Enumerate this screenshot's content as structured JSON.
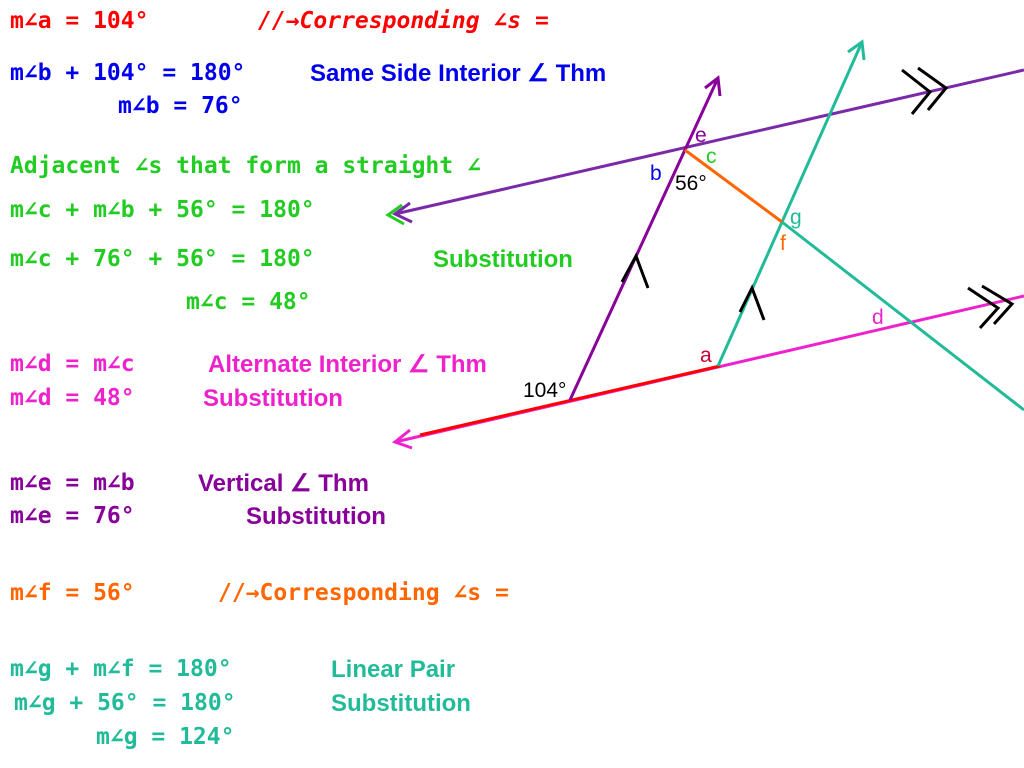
{
  "colors": {
    "red": "#ff0000",
    "blue": "#0000ee",
    "green": "#22cc22",
    "magenta": "#ee22cc",
    "purple": "#880099",
    "orange": "#ff6600",
    "teal": "#22bb99",
    "violet": "#7a2aa8"
  },
  "lines": [
    {
      "id": "L1",
      "text": "m∠a = 104°",
      "color": "red"
    },
    {
      "id": "L1b",
      "text": "//→Corresponding ∠s =",
      "color": "red",
      "italic": true
    },
    {
      "id": "L2",
      "text": "m∠b + 104° = 180°",
      "color": "blue"
    },
    {
      "id": "L2b",
      "text": "Same Side Interior ∠ Thm",
      "color": "blue"
    },
    {
      "id": "L3",
      "text": "m∠b = 76°",
      "color": "blue"
    },
    {
      "id": "L4",
      "text": "Adjacent ∠s that form a straight ∠",
      "color": "green"
    },
    {
      "id": "L5",
      "text": "m∠c + m∠b + 56° = 180°",
      "color": "green"
    },
    {
      "id": "L6",
      "text": "m∠c + 76° + 56° = 180°",
      "color": "green"
    },
    {
      "id": "L6b",
      "text": "Substitution",
      "color": "green"
    },
    {
      "id": "L7",
      "text": "m∠c = 48°",
      "color": "green"
    },
    {
      "id": "L8",
      "text": "m∠d = m∠c",
      "color": "magenta"
    },
    {
      "id": "L8b",
      "text": "Alternate Interior ∠ Thm",
      "color": "magenta"
    },
    {
      "id": "L9",
      "text": "m∠d = 48°",
      "color": "magenta"
    },
    {
      "id": "L9b",
      "text": "Substitution",
      "color": "magenta"
    },
    {
      "id": "L10",
      "text": "m∠e = m∠b",
      "color": "purple"
    },
    {
      "id": "L10b",
      "text": "Vertical ∠ Thm",
      "color": "purple"
    },
    {
      "id": "L11",
      "text": "m∠e = 76°",
      "color": "purple"
    },
    {
      "id": "L11b",
      "text": "Substitution",
      "color": "purple"
    },
    {
      "id": "L12",
      "text": "m∠f = 56°",
      "color": "orange"
    },
    {
      "id": "L12b",
      "text": "//→Corresponding ∠s =",
      "color": "orange"
    },
    {
      "id": "L13",
      "text": "m∠g + m∠f = 180°",
      "color": "teal"
    },
    {
      "id": "L13b",
      "text": "Linear Pair",
      "color": "teal"
    },
    {
      "id": "L14",
      "text": "m∠g + 56° = 180°",
      "color": "teal"
    },
    {
      "id": "L14b",
      "text": "Substitution",
      "color": "teal"
    },
    {
      "id": "L15",
      "text": "m∠g = 124°",
      "color": "teal"
    }
  ],
  "diagram": {
    "angle_labels": {
      "a": "a",
      "b": "b",
      "c": "c",
      "d": "d",
      "e": "e",
      "f": "f",
      "g": "g"
    },
    "measure_56": "56°",
    "measure_104": "104°"
  }
}
